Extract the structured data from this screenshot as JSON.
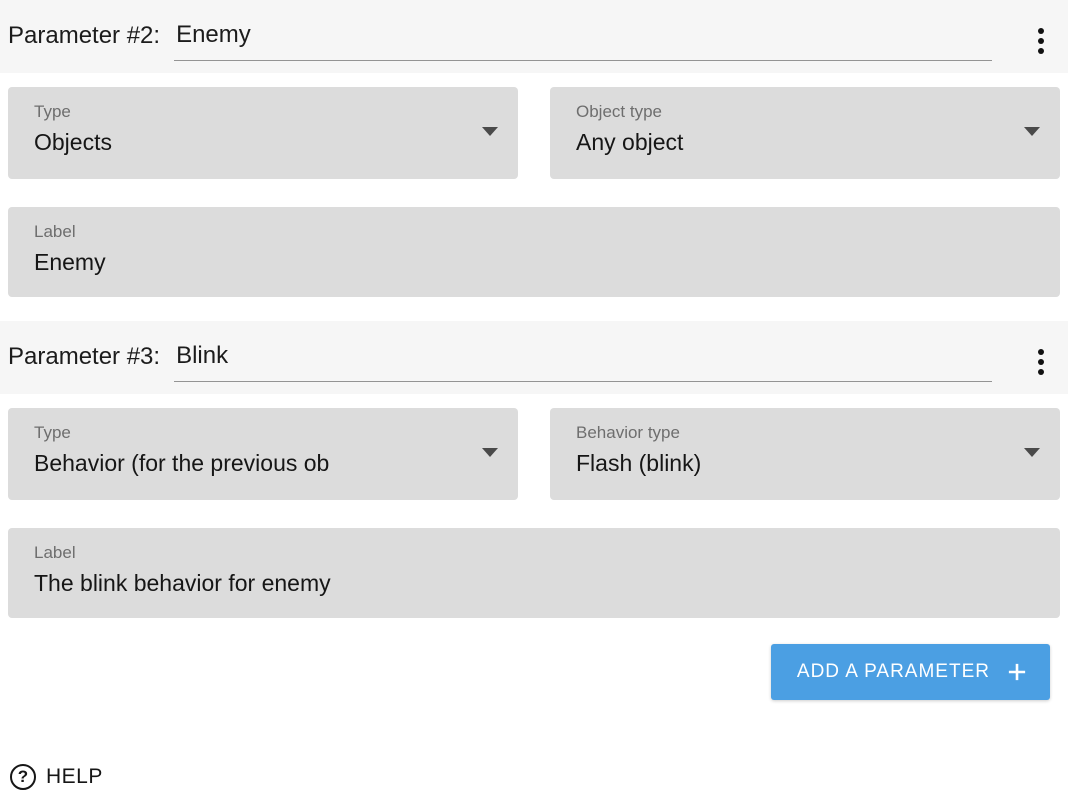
{
  "colors": {
    "accent": "#4b9fe3",
    "field_bg": "#dcdcdc",
    "header_bg": "#f6f6f6"
  },
  "parameters": [
    {
      "header_label": "Parameter #2:",
      "name_value": "Enemy",
      "type": {
        "label": "Type",
        "value": "Objects"
      },
      "subtype": {
        "label": "Object type",
        "value": "Any object"
      },
      "label_field": {
        "label": "Label",
        "value": "Enemy"
      }
    },
    {
      "header_label": "Parameter #3:",
      "name_value": "Blink",
      "type": {
        "label": "Type",
        "value": "Behavior (for the previous ob"
      },
      "subtype": {
        "label": "Behavior type",
        "value": "Flash (blink)"
      },
      "label_field": {
        "label": "Label",
        "value": "The blink behavior for enemy"
      }
    }
  ],
  "add_button": {
    "label": "ADD A PARAMETER"
  },
  "help": {
    "label": "HELP",
    "icon_glyph": "?"
  }
}
